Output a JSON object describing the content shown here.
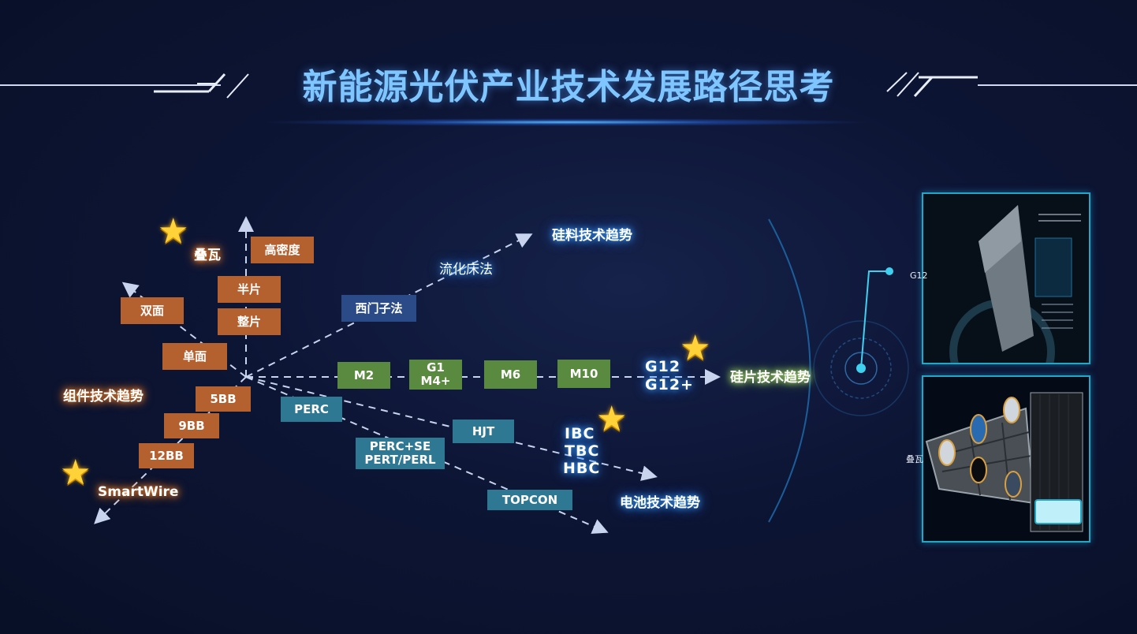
{
  "title": "新能源光伏产业技术发展路径思考",
  "axis_labels": {
    "silicon_material": "硅料技术趋势",
    "wafer": "硅片技术趋势",
    "cell": "电池技术趋势",
    "module": "组件技术趋势"
  },
  "module_boxes": {
    "high_density": "高密度",
    "half_cut": "半片",
    "full_cut": "整片",
    "bifacial": "双面",
    "monofacial": "单面",
    "bb5": "5BB",
    "bb9": "9BB",
    "bb12": "12BB"
  },
  "module_highlights": {
    "shingled": "叠瓦",
    "smartwire": "SmartWire"
  },
  "silicon_boxes": {
    "siemens": "西门子法",
    "fluidized": "流化床法"
  },
  "wafer_boxes": {
    "m2": "M2",
    "g1_line1": "G1",
    "g1_line2": "M4+",
    "m6": "M6",
    "m10": "M10",
    "g12_line1": "G12",
    "g12_line2": "G12+"
  },
  "cell_boxes": {
    "perc": "PERC",
    "hjt": "HJT",
    "perc_se_line1": "PERC+SE",
    "perc_se_line2": "PERT/PERL",
    "topcon": "TOPCON",
    "ibc": "IBC",
    "tbc": "TBC",
    "hbc": "HBC"
  },
  "side_panels": {
    "top_label": "G12",
    "bottom_label": "叠瓦"
  },
  "colors": {
    "module": "#b4602f",
    "wafer": "#5a8a3f",
    "cell": "#2f7894",
    "silicon": "#2a4a88",
    "accent": "#1fa8c8"
  }
}
